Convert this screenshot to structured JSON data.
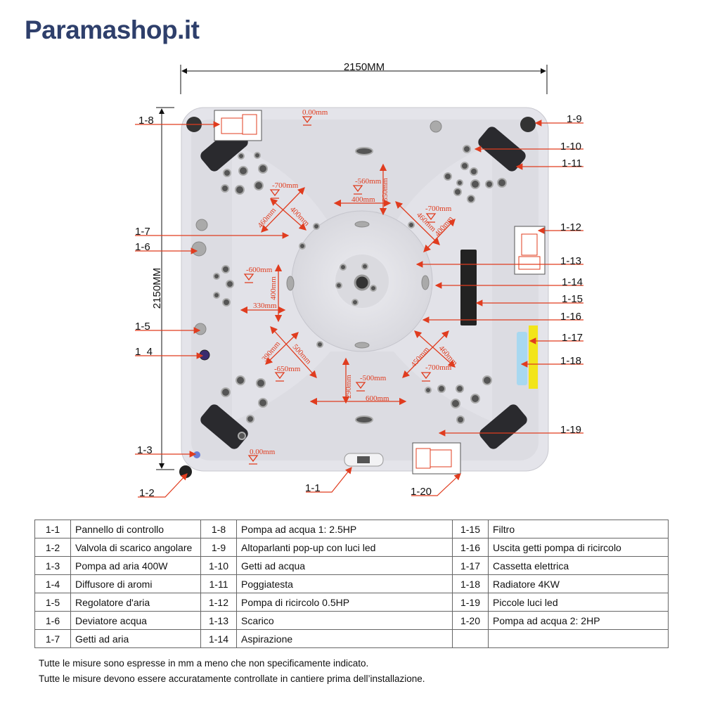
{
  "brand": "Paramashop.it",
  "dimensions": {
    "width": "2150MM",
    "depth": "2150MM"
  },
  "measures": {
    "top_level": "0.00mm",
    "bottom_level": "0.00mm",
    "seat_n_depth": "-560mm",
    "seat_n_width": "400mm",
    "seat_n_len": "350mm",
    "seat_nw_depth": "-700mm",
    "seat_nw_a": "460mm",
    "seat_nw_b": "400mm",
    "seat_ne_depth": "-700mm",
    "seat_ne_a": "460mm",
    "seat_ne_b": "400mm",
    "seat_w_depth": "-600mm",
    "seat_w_len": "400mm",
    "seat_w_width": "330mm",
    "seat_sw_depth": "-650mm",
    "seat_sw_a": "390mm",
    "seat_sw_b": "500mm",
    "seat_s_depth": "-500mm",
    "seat_s_len": "290mm",
    "seat_s_width": "600mm",
    "seat_se_depth": "-700mm",
    "seat_se_a": "450mm",
    "seat_se_b": "460mm"
  },
  "callouts": {
    "c1": "1-1",
    "c2": "1-2",
    "c3": "1-3",
    "c4": "1  4",
    "c5": "1-5",
    "c6": "1-6",
    "c7": "1-7",
    "c8": "1-8",
    "c9": "1-9",
    "c10": "1-10",
    "c11": "1-11",
    "c12": "1-12",
    "c13": "1-13",
    "c14": "1-14",
    "c15": "1-15",
    "c16": "1-16",
    "c17": "1-17",
    "c18": "1-18",
    "c19": "1-19",
    "c20": "1-20"
  },
  "legend": [
    [
      {
        "n": "1-1",
        "d": "Pannello di controllo"
      },
      {
        "n": "1-8",
        "d": "Pompa ad acqua 1: 2.5HP"
      },
      {
        "n": "1-15",
        "d": "Filtro"
      }
    ],
    [
      {
        "n": "1-2",
        "d": "Valvola di scarico angolare"
      },
      {
        "n": "1-9",
        "d": "Altoparlanti pop-up con luci led"
      },
      {
        "n": "1-16",
        "d": "Uscita getti pompa di ricircolo"
      }
    ],
    [
      {
        "n": "1-3",
        "d": "Pompa ad aria 400W"
      },
      {
        "n": "1-10",
        "d": "Getti ad acqua"
      },
      {
        "n": "1-17",
        "d": "Cassetta elettrica"
      }
    ],
    [
      {
        "n": "1-4",
        "d": "Diffusore di aromi"
      },
      {
        "n": "1-11",
        "d": "Poggiatesta"
      },
      {
        "n": "1-18",
        "d": "Radiatore 4KW"
      }
    ],
    [
      {
        "n": "1-5",
        "d": "Regolatore d'aria"
      },
      {
        "n": "1-12",
        "d": "Pompa di ricircolo 0.5HP"
      },
      {
        "n": "1-19",
        "d": "Piccole luci led"
      }
    ],
    [
      {
        "n": "1-6",
        "d": "Deviatore acqua"
      },
      {
        "n": "1-13",
        "d": "Scarico"
      },
      {
        "n": "1-20",
        "d": "Pompa ad acqua 2: 2HP"
      }
    ],
    [
      {
        "n": "1-7",
        "d": "Getti ad aria"
      },
      {
        "n": "1-14",
        "d": "Aspirazione"
      },
      {
        "n": "",
        "d": ""
      }
    ]
  ],
  "notes": [
    "Tutte le misure sono espresse in mm a meno che non specificamente indicato.",
    "Tutte le misure devono essere accuratamente controllate in cantiere prima dell’installazione."
  ],
  "colors": {
    "brand": "#2e3f6b",
    "annotation": "#e03c1f",
    "shell": "#e4e4ea",
    "headrest": "#2a2a2e",
    "electrical_box": "#f2e51a",
    "radiator": "#a8d8f0"
  }
}
